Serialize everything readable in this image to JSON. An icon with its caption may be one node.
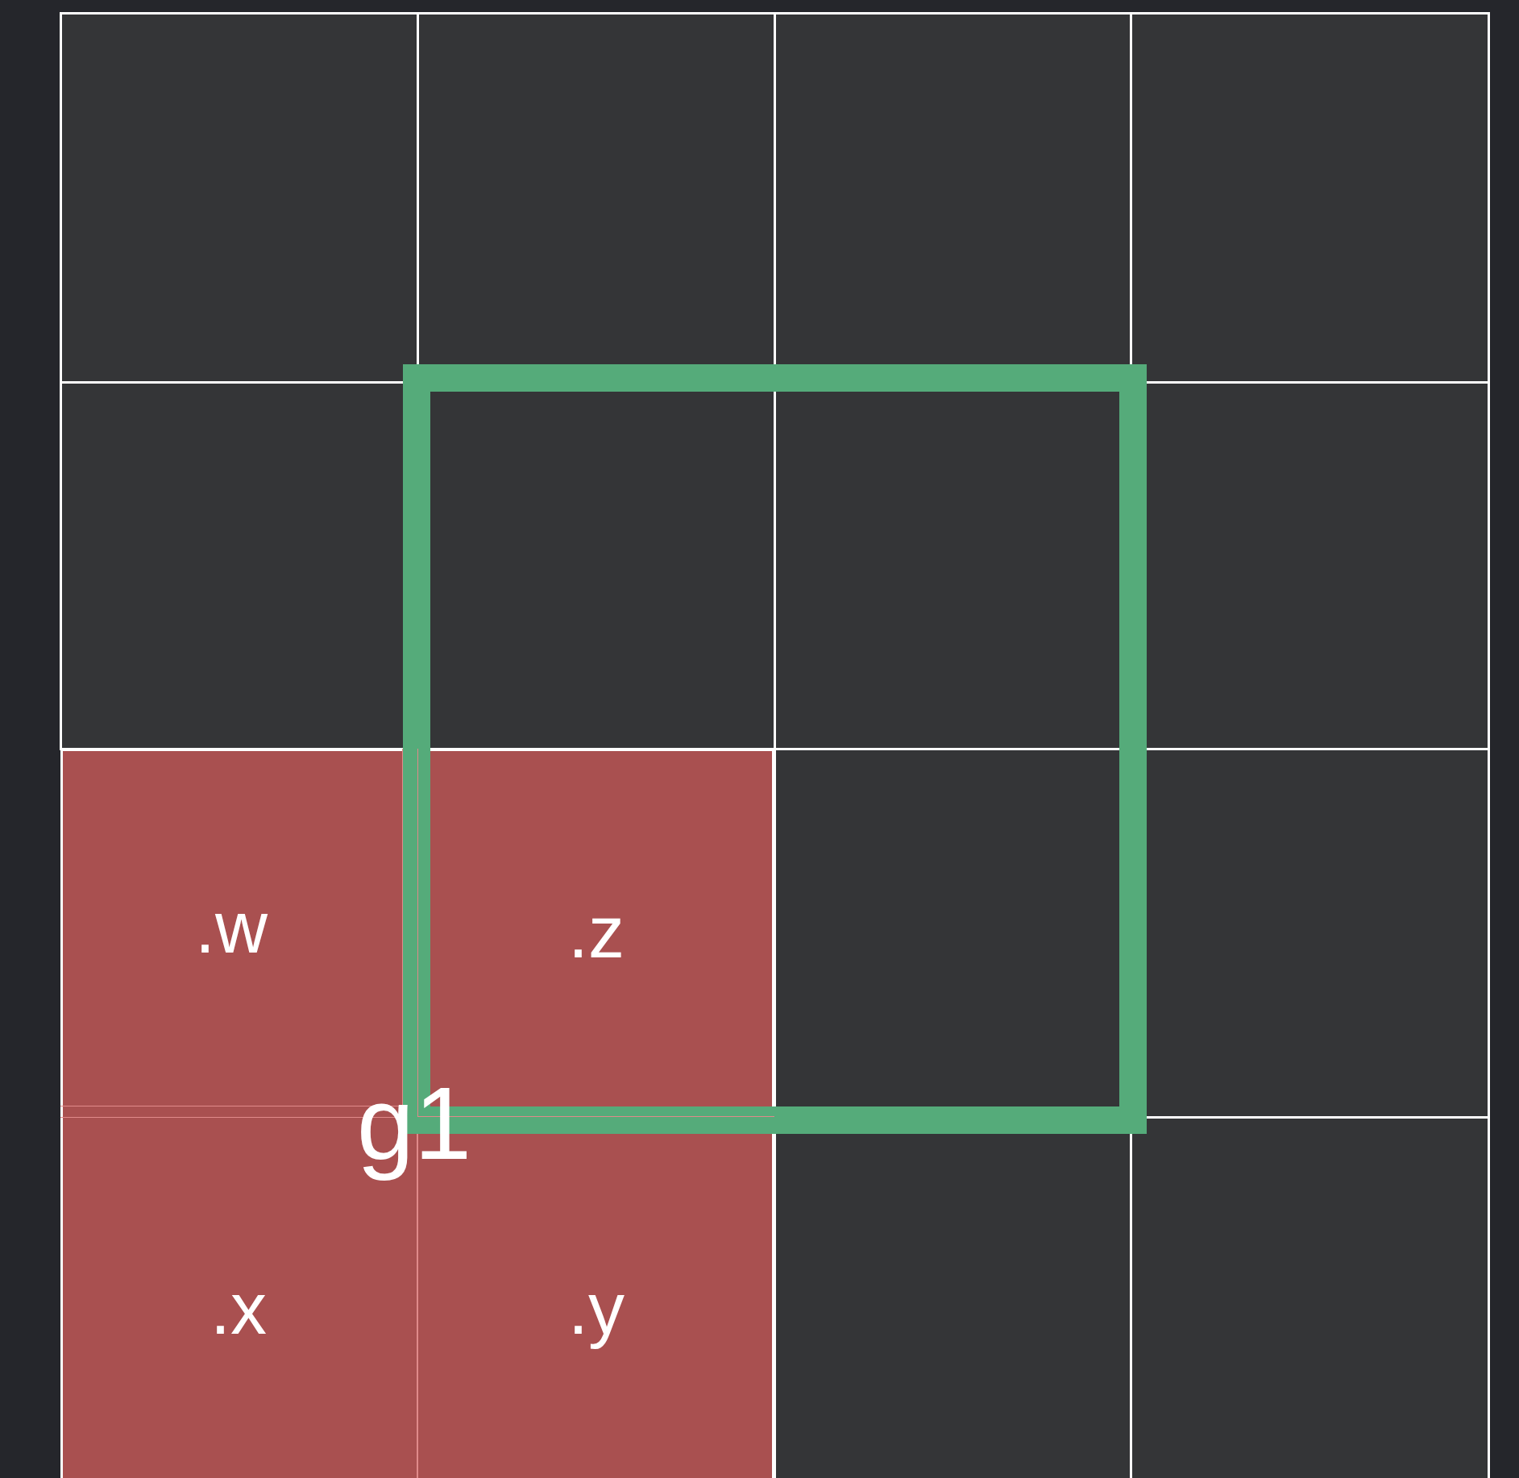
{
  "diagram": {
    "nodes": [
      {
        "text": [],
        "shape": "box"
      },
      {
        "text": [
          ".w"
        ],
        "in": 0
      },
      {
        "text": [
          ".z"
        ]
      },
      {
        "text": [
          ".x"
        ],
        "in": 0
      },
      {
        "text": [
          ".y"
        ],
        "in": 0
      },
      {
        "text": [],
        "shape": "box"
      }
    ],
    "labels": [
      "g1"
    ]
  }
}
